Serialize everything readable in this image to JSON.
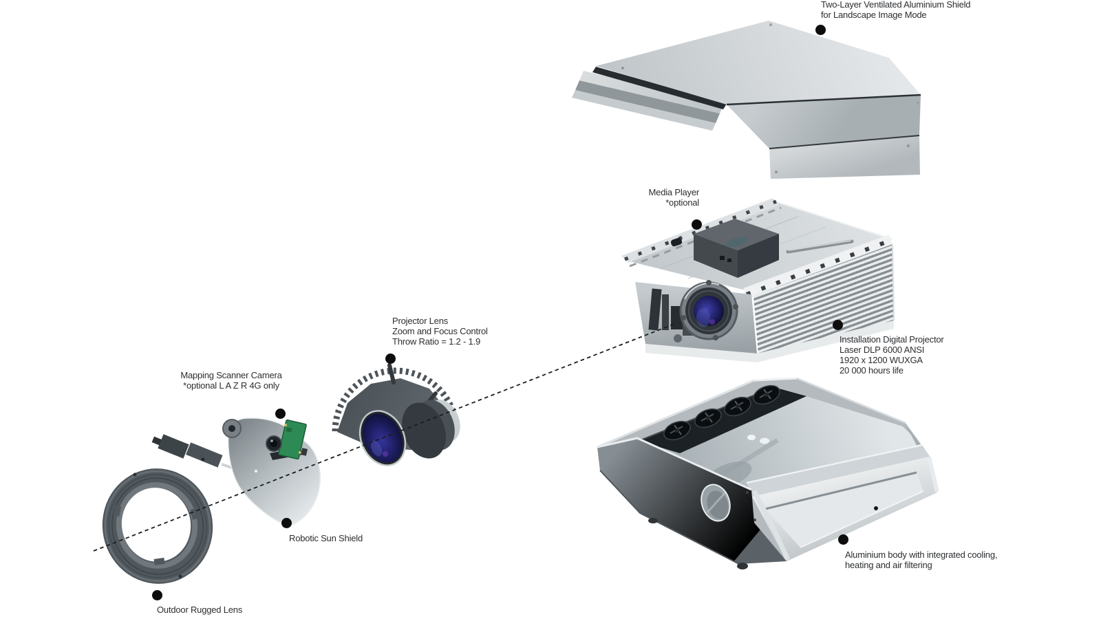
{
  "labels": {
    "shield": {
      "line1": "Two-Layer Ventilated Aluminium Shield",
      "line2": "for Landscape Image Mode"
    },
    "media_player": {
      "line1": "Media Player",
      "line2": "*optional"
    },
    "projector": {
      "line1": "Installation Digital Projector",
      "line2": "Laser DLP 6000 ANSI",
      "line3": "1920 x 1200 WUXGA",
      "line4": "20 000 hours life"
    },
    "lens": {
      "line1": "Projector Lens",
      "line2": "Zoom and Focus Control",
      "line3": "Throw Ratio = 1.2 - 1.9"
    },
    "camera": {
      "line1": "Mapping Scanner Camera",
      "line2": "*optional L A Z R 4G only"
    },
    "sun_shield": {
      "line1": "Robotic Sun Shield"
    },
    "rugged_lens": {
      "line1": "Outdoor Rugged Lens"
    },
    "body": {
      "line1": "Aluminium body with integrated cooling,",
      "line2": "heating and air filtering"
    }
  },
  "colors": {
    "background": "#ffffff",
    "text": "#2b2d30",
    "marker_dot": "#0d0d0e",
    "leader_line": "#1b1c1e",
    "metal_light": "#d8dcde",
    "metal_mid": "#b9bfc2",
    "metal_dark": "#6f777c",
    "dark_part": "#44494e",
    "lens_glass_blue": "#1b1d66",
    "pcb_green": "#2e8a54",
    "media_box_teal": "#50686d"
  }
}
